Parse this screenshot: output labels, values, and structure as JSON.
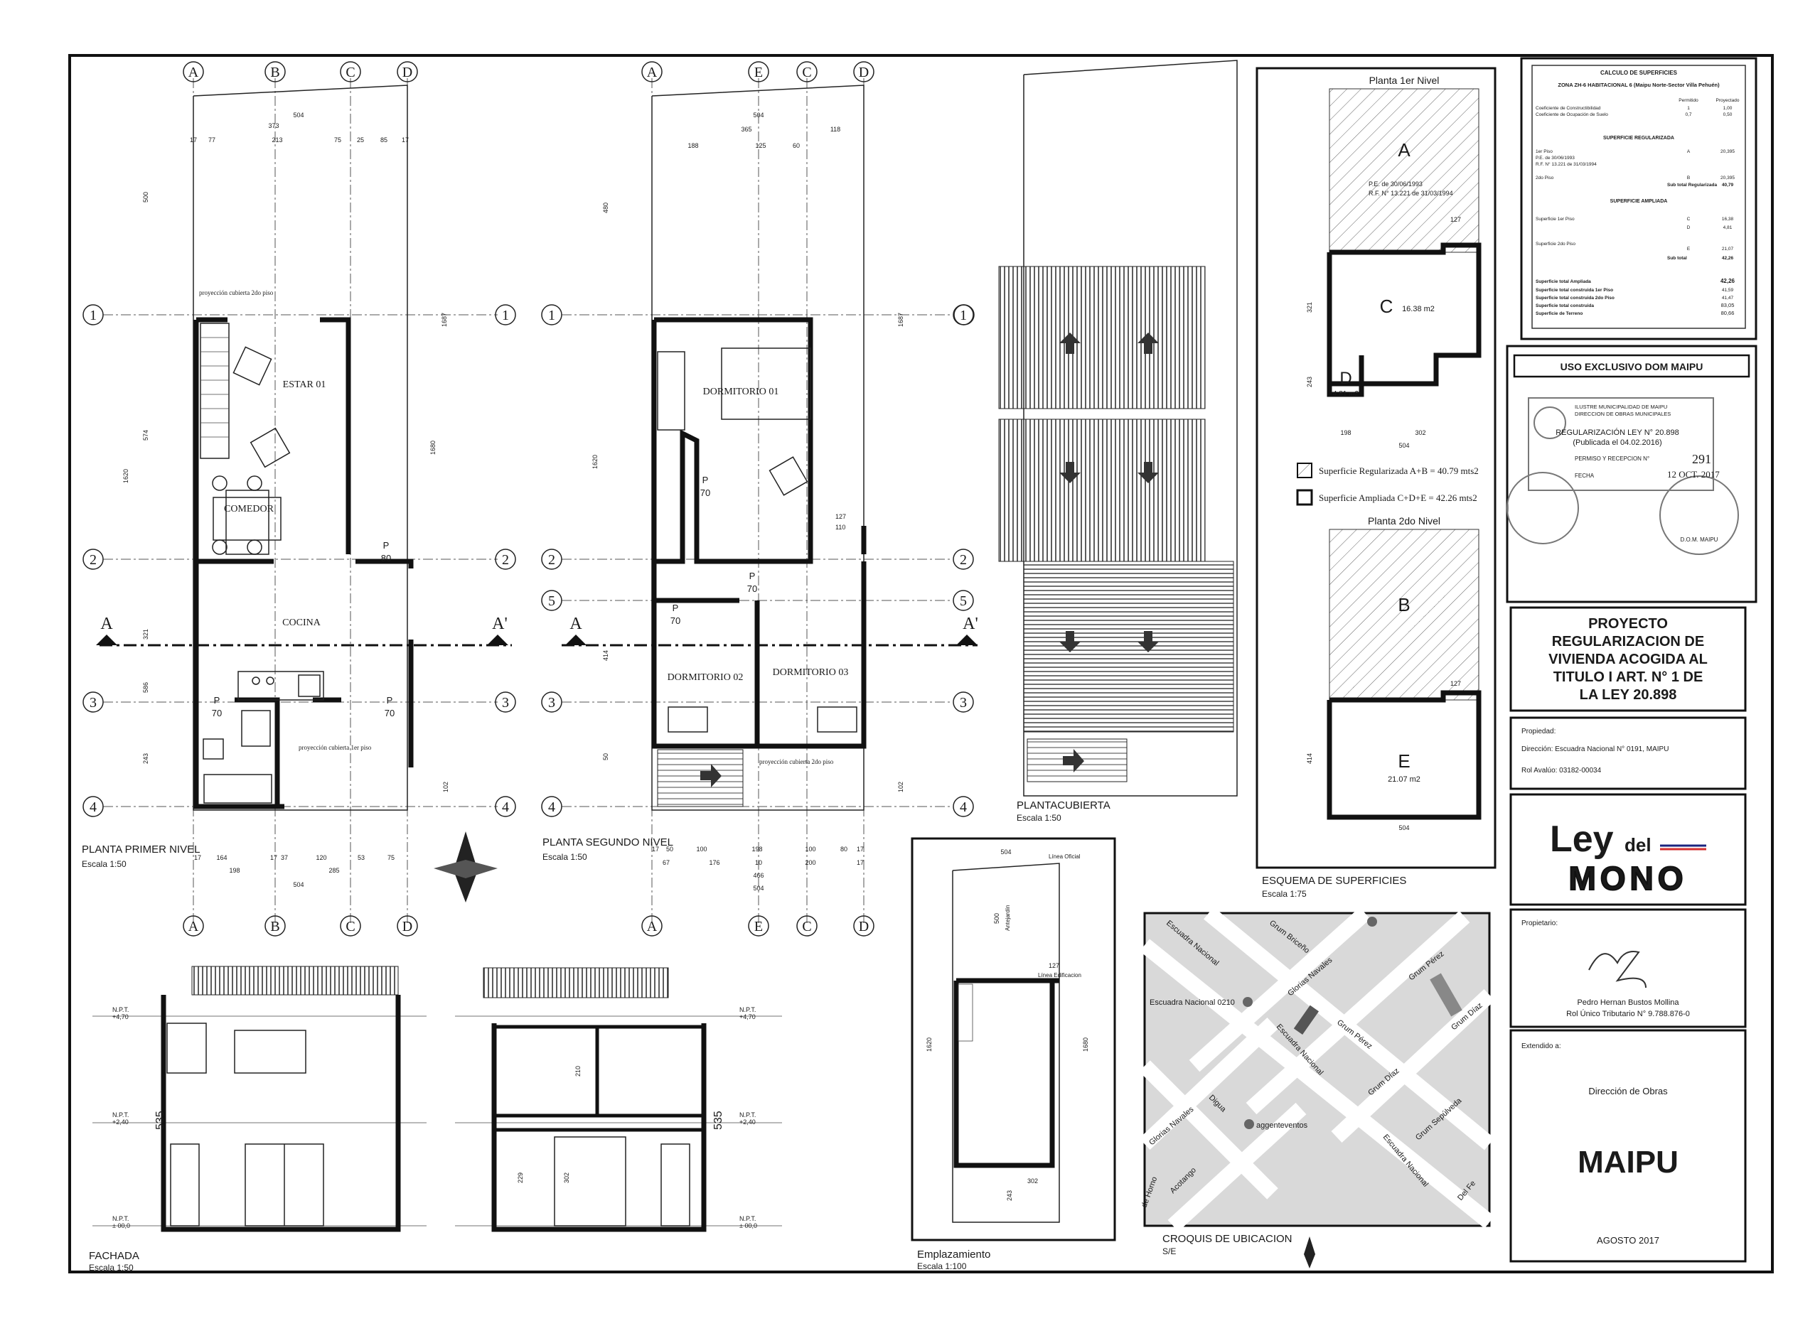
{
  "axes_ac": [
    "A",
    "B",
    "C",
    "D"
  ],
  "axes_aecd": [
    "A",
    "E",
    "C",
    "D"
  ],
  "rows_ground": [
    "1",
    "2",
    "3",
    "4"
  ],
  "rows_upper": [
    "1",
    "2",
    "5",
    "3",
    "4"
  ],
  "section_marks": [
    "A",
    "A'"
  ],
  "ground": {
    "title": "PLANTA PRIMER NIVEL",
    "scale": "Escala 1:50",
    "rooms": [
      "ESTAR 01",
      "COMEDOR",
      "COCINA"
    ],
    "note_upper": "proyección cubierta 2do piso",
    "note_lower": "proyección cubierta 1er piso",
    "doors": [
      "P",
      "80",
      "P",
      "70",
      "P",
      "70"
    ],
    "dims_top": [
      "504",
      "373",
      "17",
      "77",
      "213",
      "75",
      "25",
      "85",
      "17"
    ],
    "dims_bottom": [
      "17",
      "164",
      "17",
      "37",
      "120",
      "53",
      "75",
      "198",
      "285",
      "504"
    ],
    "dims_side": [
      "500",
      "574",
      "1620",
      "321",
      "586",
      "243",
      "1687",
      "1680",
      "102"
    ]
  },
  "upper": {
    "title": "PLANTA SEGUNDO NIVEL",
    "scale": "Escala 1:50",
    "rooms": [
      "DORMITORIO 01",
      "DORMITORIO 02",
      "DORMITORIO 03"
    ],
    "note": "proyección cubierta 2do piso",
    "doors": [
      "P",
      "70",
      "P",
      "70",
      "P",
      "70"
    ],
    "dims_top": [
      "504",
      "365",
      "118",
      "188",
      "125",
      "60"
    ],
    "dims_bottom": [
      "17",
      "50",
      "100",
      "198",
      "100",
      "80",
      "17",
      "67",
      "176",
      "10",
      "200",
      "17",
      "466",
      "504"
    ],
    "dims_side": [
      "480",
      "1620",
      "414",
      "50",
      "127",
      "110",
      "1687",
      "102"
    ]
  },
  "roof": {
    "title": "PLANTACUBIERTA",
    "scale": "Escala 1:50"
  },
  "schematic": {
    "title": "ESQUEMA DE SUPERFICIES",
    "scale": "Escala 1:75",
    "level1": "Planta 1er Nivel",
    "level2": "Planta 2do Nivel",
    "label_a": "A",
    "label_b": "B",
    "label_c": "C",
    "label_c_area": "16.38 m2",
    "label_d": "D",
    "label_d_area": "4.81 m2",
    "label_e": "E",
    "label_e_area": "21.07 m2",
    "pe_note_1": "P.E.    de 30/06/1993",
    "pe_note_2": "R.F.   N° 13.221  de 31/03/1994",
    "dims": [
      "127",
      "321",
      "243",
      "198",
      "302",
      "504",
      "127",
      "414",
      "504"
    ],
    "legend_reg": "Superficie Regularizada A+B = 40.79 mts2",
    "legend_amp": "Superficie Ampliada C+D+E = 42.26 mts2"
  },
  "calc": {
    "title": "CALCULO DE SUPERFICIES",
    "zone": "ZONA ZH-6 HABITACIONAL 6 (Maipu Norte-Sector Villa Pehuén)",
    "col_permitido": "Permitido",
    "col_proyectado": "Proyectado",
    "rows_coef": [
      [
        "Coeficiente de Constructibilidad",
        "1",
        "1,00"
      ],
      [
        "Coeficiente de Ocupación de Suelo",
        "0,7",
        "0,50"
      ]
    ],
    "sec_reg": "SUPERFICIE REGULARIZADA",
    "reg_rows": [
      [
        "1er Piso",
        "A",
        "20,395"
      ],
      [
        "P.E.  de 30/06/1993",
        "",
        ""
      ],
      [
        "R.F. N° 13.221  de 31/03/1994",
        "",
        ""
      ],
      [
        "2do Piso",
        "B",
        "20,395"
      ]
    ],
    "reg_subtotal": [
      "Sub total Regularizada",
      "40,79"
    ],
    "sec_amp": "SUPERFICIE AMPLIADA",
    "amp_rows": [
      [
        "Superficie 1er Piso",
        "C",
        "16,38"
      ],
      [
        "",
        "D",
        "4,81"
      ],
      [
        "Superficie 2do Piso",
        "E",
        "21,07"
      ]
    ],
    "amp_subtotal": [
      "Sub total",
      "42,26"
    ],
    "totals": [
      [
        "Superficie total Ampliada",
        "42,26"
      ],
      [
        "Superficie total construida 1er Piso",
        "41,59"
      ],
      [
        "Superficie total construida 2do Piso",
        "41,47"
      ],
      [
        "Superficie total construida",
        "83,05"
      ],
      [
        "Superficie de Terreno",
        "80,66"
      ]
    ]
  },
  "dom": {
    "header": "USO EXCLUSIVO DOM MAIPU",
    "stamp_1": "ILUSTRE MUNICIPALIDAD DE MAIPU",
    "stamp_2": "DIRECCION DE OBRAS MUNICIPALES",
    "stamp_3": "REGULARIZACIÓN LEY N° 20.898",
    "stamp_4": "(Publicada el 04.02.2016)",
    "stamp_5": "PERMISO Y RECEPCION N°",
    "stamp_number": "291",
    "stamp_date": "12 OCT. 2017",
    "stamp_6": "FECHA",
    "seal_text": "D.O.M. MAIPU"
  },
  "project": {
    "title_lines": [
      "PROYECTO",
      "REGULARIZACION DE",
      "VIVIENDA ACOGIDA AL",
      "TITULO I  ART. N° 1 DE",
      "LA LEY 20.898"
    ]
  },
  "property": {
    "label": "Propiedad:",
    "address": "Dirección: Escuadra Nacional N° 0191, MAIPU",
    "rol": "Rol Avalúo: 03182-00034"
  },
  "logo": {
    "word_1": "Ley",
    "word_2": "del",
    "word_3": "MONO"
  },
  "owner": {
    "label": "Propietario:",
    "name": "Pedro Hernan Bustos Mollina",
    "rut": "Rol Único Tributario N° 9.788.876-0"
  },
  "issued": {
    "label": "Extendido a:",
    "to": "Dirección de Obras",
    "city": "MAIPU",
    "date": "AGOSTO 2017"
  },
  "elevations": {
    "fachada_title": "FACHADA",
    "fachada_scale": "Escala 1:50",
    "npt": [
      "N.P.T.",
      "+4,70",
      "N.P.T.",
      "+2,40",
      "N.P.T.",
      "± 00,0",
      "N.P.T.",
      "+4,70",
      "N.P.T.",
      "+2,40",
      "N.P.T.",
      "± 00,0"
    ],
    "height": "535",
    "dims_section": [
      "210",
      "229",
      "302"
    ]
  },
  "site": {
    "title": "Emplazamiento",
    "scale": "Escala 1:100",
    "labels": [
      "Línea Oficial",
      "Línea Edificacion",
      "Antejardín"
    ],
    "dims": [
      "504",
      "500",
      "127",
      "1620",
      "1680",
      "302",
      "243"
    ]
  },
  "location": {
    "title": "CROQUIS DE UBICACION",
    "scale": "S/E",
    "streets": [
      "Escuadra Nacional",
      "Grum Briceño",
      "Glorias Navales",
      "Grum Pérez",
      "Escuadra Nacional 0210",
      "Grum Pérez",
      "Grum Díaz",
      "Escuadra Nacional",
      "Grum Díaz",
      "Digua",
      "Grum Sepúlveda",
      "Glorias Navales",
      "Acotango",
      "Escuadra Nacional",
      "Del Fe",
      "de Horno"
    ],
    "poi": "aggenteventos"
  },
  "colors": {
    "line": "#111111",
    "paper": "#ffffff",
    "hatch": "#555555",
    "stamp": "#6b6b6b"
  }
}
